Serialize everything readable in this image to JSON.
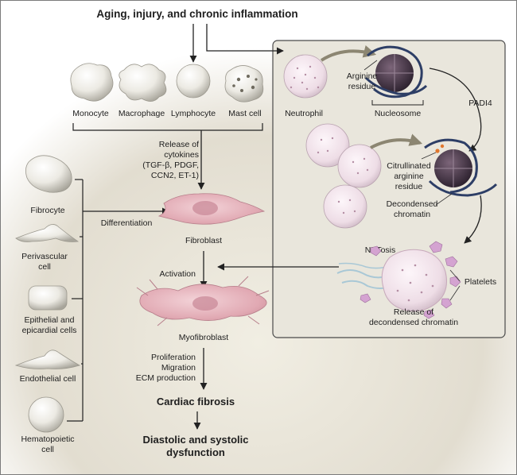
{
  "title": "Aging, injury, and chronic inflammation",
  "immune_cells": [
    "Monocyte",
    "Macrophage",
    "Lymphocyte",
    "Mast cell"
  ],
  "cytokine_label": [
    "Release of",
    "cytokines",
    "(TGF-β, PDGF,",
    "CCN2, ET-1)"
  ],
  "precursor_cells": {
    "fibrocyte": [
      "Fibrocyte"
    ],
    "perivascular": [
      "Perivascular",
      "cell"
    ],
    "epithelial": [
      "Epithelial and",
      "epicardial cells"
    ],
    "endothelial": [
      "Endothelial cell"
    ],
    "hematopoietic": [
      "Hematopoietic",
      "cell"
    ]
  },
  "differentiation": "Differentiation",
  "fibroblast": "Fibroblast",
  "activation": "Activation",
  "myofibroblast": "Myofibroblast",
  "outcomes": [
    "Proliferation",
    "Migration",
    "ECM production"
  ],
  "cardiac_fibrosis": "Cardiac fibrosis",
  "dysfunction": [
    "Diastolic and systolic",
    "dysfunction"
  ],
  "net_panel": {
    "neutrophil": "Neutrophil",
    "arginine": [
      "Arginine",
      "residue"
    ],
    "nucleosome": "Nucleosome",
    "padi4": "PADI4",
    "citrullinated": [
      "Citrullinated",
      "arginine",
      "residue"
    ],
    "decondensed": [
      "Decondensed",
      "chromatin"
    ],
    "netosis": "NETosis",
    "platelets": "Platelets",
    "release": [
      "Release of",
      "decondensed chromatin"
    ]
  }
}
